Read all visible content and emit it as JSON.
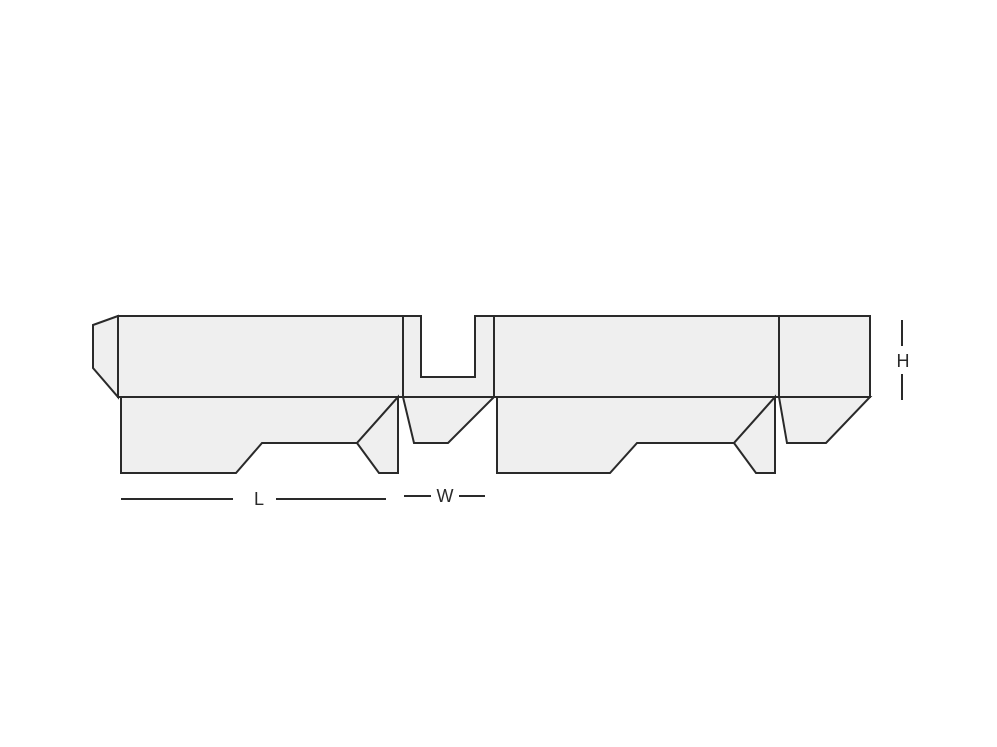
{
  "diagram": {
    "dimension_labels": {
      "length": "L",
      "width": "W",
      "height": "H"
    },
    "colors": {
      "panel_fill": "#efefef",
      "outline": "#2a2a2a",
      "background": "#ffffff"
    }
  }
}
